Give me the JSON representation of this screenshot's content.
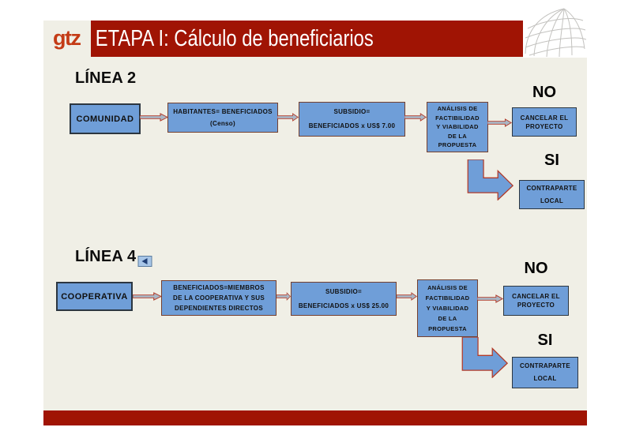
{
  "header": {
    "logo_text": "gtz",
    "title": "ETAPA I: Cálculo de beneficiarios"
  },
  "colors": {
    "bar_red": "#a01404",
    "logo_red": "#c43b16",
    "slide_bg": "#f0efe6",
    "box_blue": "#6f9ed8",
    "arrow_outline_red": "#b23a28",
    "arrow_fill_gray": "#a9b7c6"
  },
  "icons": {
    "globe": "wireframe-globe",
    "back_button": "blue-left-triangle-button"
  },
  "flows": {
    "linea2": {
      "label": "LÍNEA 2",
      "source": "COMUNIDAD",
      "calc": "HABITANTES= BENEFICIADOS\n(Censo)",
      "subsidy": "SUBSIDIO=\nBENEFICIADOS x US$ 7.00",
      "analysis": "ANÁLISIS DE\nFACTIBILIDAD\nY VIABILIDAD\nDE LA\nPROPUESTA",
      "no_label": "NO",
      "cancel": "CANCELAR EL\nPROYECTO",
      "si_label": "SI",
      "counterpart": "CONTRAPARTE\nLOCAL"
    },
    "linea4": {
      "label": "LÍNEA 4",
      "source": "COOPERATIVA",
      "calc": "BENEFICIADOS=MIEMBROS\nDE LA COOPERATIVA Y SUS\nDEPENDIENTES DIRECTOS",
      "subsidy": "SUBSIDIO=\nBENEFICIADOS x US$ 25.00",
      "analysis": "ANÁLISIS DE\nFACTIBILIDAD\nY VIABILIDAD\nDE LA\nPROPUESTA",
      "no_label": "NO",
      "cancel": "CANCELAR EL\nPROYECTO",
      "si_label": "SI",
      "counterpart": "CONTRAPARTE\nLOCAL"
    }
  }
}
